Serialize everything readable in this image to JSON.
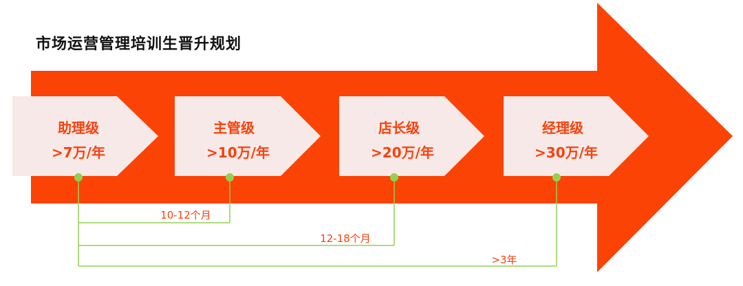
{
  "title": "市场运营管理培训生晋升规划",
  "colors": {
    "arrow": "#fb4306",
    "card": "#f7e9e7",
    "text": "#f7420f",
    "line": "#92d050"
  },
  "stages": [
    {
      "name": "助理级",
      "salary": ">7万/年"
    },
    {
      "name": "主管级",
      "salary": ">10万/年"
    },
    {
      "name": "店长级",
      "salary": ">20万/年"
    },
    {
      "name": "经理级",
      "salary": ">30万/年"
    }
  ],
  "durations": [
    {
      "label": "10-12个月",
      "to_stage": 1
    },
    {
      "label": "12-18个月",
      "to_stage": 2
    },
    {
      "label": ">3年",
      "to_stage": 3
    }
  ]
}
